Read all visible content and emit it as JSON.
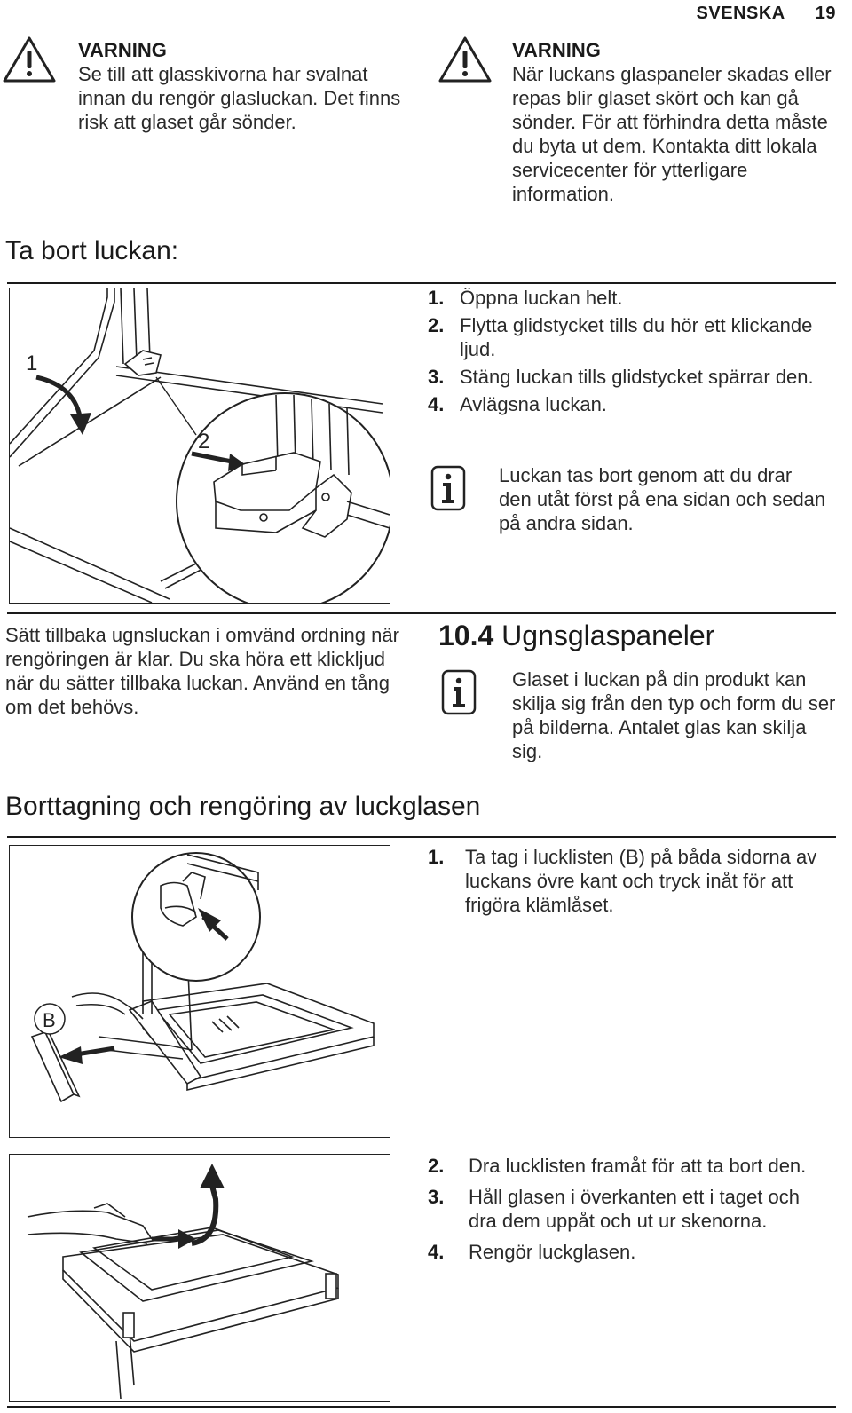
{
  "header": {
    "language": "SVENSKA",
    "page_number": "19"
  },
  "warning_left": {
    "title": "VARNING",
    "text": "Se till att glasskivorna har svalnat innan du rengör glasluckan. Det finns risk att glaset går sönder."
  },
  "warning_right": {
    "title": "VARNING",
    "text": "När luckans glaspaneler skadas eller repas blir glaset skört och kan gå sönder. För att förhindra detta måste du byta ut dem. Kontakta ditt lokala servicecenter för ytterligare information."
  },
  "remove_door": {
    "heading": "Ta bort luckan:",
    "figure_labels": [
      "1",
      "2"
    ],
    "steps": [
      {
        "num": "1.",
        "text": "Öppna luckan helt."
      },
      {
        "num": "2.",
        "text": "Flytta glidstycket tills du hör ett klickande ljud."
      },
      {
        "num": "3.",
        "text": "Stäng luckan tills glidstycket spärrar den."
      },
      {
        "num": "4.",
        "text": "Avlägsna luckan."
      }
    ],
    "info": "Luckan tas bort genom att du drar den utåt först på ena sidan och sedan på andra sidan."
  },
  "reinstall_text": "Sätt tillbaka ugnsluckan i omvänd ordning när rengöringen är klar. Du ska höra ett klickljud när du sätter tillbaka luckan. Använd en tång om det behövs.",
  "section_10_4": {
    "number": "10.4",
    "title": "Ugnsglaspaneler",
    "info": "Glaset i luckan på din produkt kan skilja sig från den typ och form du ser på bilderna. Antalet glas kan skilja sig."
  },
  "glass_cleaning": {
    "heading": "Borttagning och rengöring av luckglasen",
    "figure1_label": "B",
    "steps_a": [
      {
        "num": "1.",
        "text": "Ta tag i lucklisten (B) på båda sidorna av luckans övre kant och tryck inåt för att frigöra klämlåset."
      }
    ],
    "steps_b": [
      {
        "num": "2.",
        "text": "Dra lucklisten framåt för att ta bort den."
      },
      {
        "num": "3.",
        "text": "Håll glasen i överkanten ett i taget och dra dem uppåt och ut ur skenorna."
      },
      {
        "num": "4.",
        "text": "Rengör luckglasen."
      }
    ]
  },
  "icons": [
    "warning-icon",
    "info-icon"
  ]
}
